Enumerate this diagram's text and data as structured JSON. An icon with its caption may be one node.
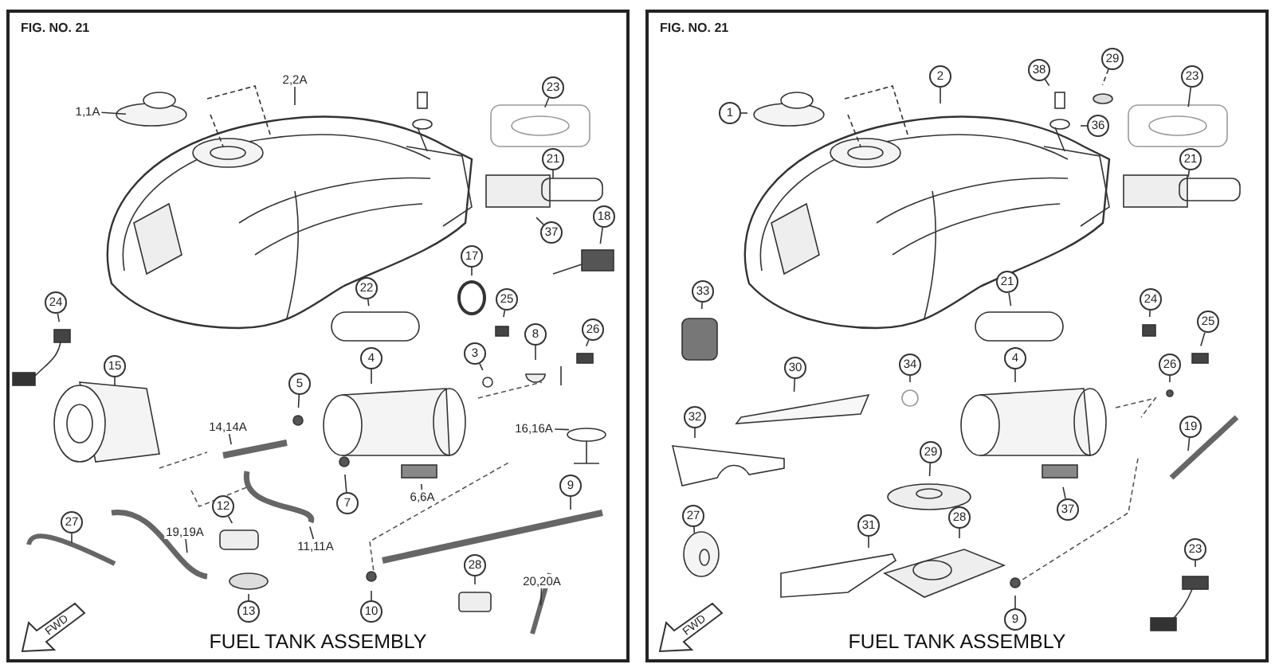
{
  "diagram": {
    "nodes": [
      {
        "text": [
          "FIG. NO. 21",
          "FUEL TANK ASSEMBLY"
        ]
      },
      {
        "text": [
          "1,1A"
        ],
        "in": 0
      },
      {
        "text": [
          "2,2A"
        ],
        "in": 0
      },
      {
        "text": [
          "23"
        ],
        "in": 0
      },
      {
        "text": [
          "21"
        ],
        "in": 0
      },
      {
        "text": [
          "37"
        ],
        "in": 0
      },
      {
        "text": [
          "18"
        ],
        "in": 0
      },
      {
        "text": [
          "17"
        ],
        "in": 0
      },
      {
        "text": [
          "22"
        ],
        "in": 0
      },
      {
        "text": [
          "25"
        ],
        "in": 0
      },
      {
        "text": [
          "8"
        ],
        "in": 0
      },
      {
        "text": [
          "26"
        ],
        "in": 0
      },
      {
        "text": [
          "24"
        ],
        "in": 0
      },
      {
        "text": [
          "15"
        ],
        "in": 0
      },
      {
        "text": [
          "3"
        ],
        "in": 0
      },
      {
        "text": [
          "4"
        ],
        "in": 0
      },
      {
        "text": [
          "5"
        ],
        "in": 0
      },
      {
        "text": [
          "14,14A"
        ],
        "in": 0
      },
      {
        "text": [
          "16,16A"
        ],
        "in": 0
      },
      {
        "text": [
          "7"
        ],
        "in": 0
      },
      {
        "text": [
          "6,6A"
        ],
        "in": 0
      },
      {
        "text": [
          "9"
        ],
        "in": 0
      },
      {
        "text": [
          "12"
        ],
        "in": 0
      },
      {
        "text": [
          "19,19A"
        ],
        "in": 0
      },
      {
        "text": [
          "11,11A"
        ],
        "in": 0
      },
      {
        "text": [
          "27"
        ],
        "in": 0
      },
      {
        "text": [
          "13"
        ],
        "in": 0
      },
      {
        "text": [
          "10"
        ],
        "in": 0
      },
      {
        "text": [
          "28"
        ],
        "in": 0
      },
      {
        "text": [
          "20,20A"
        ],
        "in": 0
      },
      {
        "text": [
          "FIG. NO. 21",
          "FUEL TANK ASSEMBLY"
        ]
      },
      {
        "text": [
          "1"
        ],
        "in": 30
      },
      {
        "text": [
          "2"
        ],
        "in": 30
      },
      {
        "text": [
          "38"
        ],
        "in": 30
      },
      {
        "text": [
          "29"
        ],
        "in": 30
      },
      {
        "text": [
          "23"
        ],
        "in": 30
      },
      {
        "text": [
          "36"
        ],
        "in": 30
      },
      {
        "text": [
          "21"
        ],
        "in": 30
      },
      {
        "text": [
          "33"
        ],
        "in": 30
      },
      {
        "text": [
          "21"
        ],
        "in": 30
      },
      {
        "text": [
          "24"
        ],
        "in": 30
      },
      {
        "text": [
          "30"
        ],
        "in": 30
      },
      {
        "text": [
          "34"
        ],
        "in": 30
      },
      {
        "text": [
          "4"
        ],
        "in": 30
      },
      {
        "text": [
          "25"
        ],
        "in": 30
      },
      {
        "text": [
          "26"
        ],
        "in": 30
      },
      {
        "text": [
          "32"
        ],
        "in": 30
      },
      {
        "text": [
          "29"
        ],
        "in": 30
      },
      {
        "text": [
          "19"
        ],
        "in": 30
      },
      {
        "text": [
          "37"
        ],
        "in": 30
      },
      {
        "text": [
          "27"
        ],
        "in": 30
      },
      {
        "text": [
          "31"
        ],
        "in": 30
      },
      {
        "text": [
          "28"
        ],
        "in": 30
      },
      {
        "text": [
          "23"
        ],
        "in": 30
      },
      {
        "text": [
          "9"
        ],
        "in": 30
      }
    ],
    "edges": [
      {
        "from": 1,
        "to": null,
        "arrow": "none"
      },
      {
        "from": 2,
        "to": null,
        "arrow": "none"
      },
      {
        "from": 3,
        "to": null,
        "arrow": "none"
      },
      {
        "from": 4,
        "to": null,
        "arrow": "none"
      },
      {
        "from": 5,
        "to": null,
        "arrow": "none"
      },
      {
        "from": 6,
        "to": null,
        "arrow": "none"
      },
      {
        "from": 7,
        "to": null,
        "arrow": "none"
      },
      {
        "from": 8,
        "to": null,
        "arrow": "none"
      },
      {
        "from": 9,
        "to": null,
        "arrow": "none"
      },
      {
        "from": 10,
        "to": null,
        "arrow": "none"
      },
      {
        "from": 11,
        "to": null,
        "arrow": "none"
      },
      {
        "from": 12,
        "to": null,
        "arrow": "none"
      },
      {
        "from": 13,
        "to": null,
        "arrow": "none"
      },
      {
        "from": 14,
        "to": null,
        "arrow": "none"
      },
      {
        "from": 15,
        "to": null,
        "arrow": "none"
      },
      {
        "from": 16,
        "to": null,
        "arrow": "none"
      },
      {
        "from": 17,
        "to": null,
        "arrow": "none"
      },
      {
        "from": 18,
        "to": null,
        "arrow": "none"
      },
      {
        "from": 19,
        "to": null,
        "arrow": "none"
      },
      {
        "from": 20,
        "to": null,
        "arrow": "none"
      },
      {
        "from": 21,
        "to": null,
        "arrow": "none"
      },
      {
        "from": 22,
        "to": null,
        "arrow": "none"
      },
      {
        "from": 23,
        "to": null,
        "arrow": "none"
      },
      {
        "from": 24,
        "to": null,
        "arrow": "none"
      },
      {
        "from": 25,
        "to": null,
        "arrow": "none"
      },
      {
        "from": 26,
        "to": null,
        "arrow": "none"
      },
      {
        "from": 27,
        "to": null,
        "arrow": "none"
      },
      {
        "from": 28,
        "to": null,
        "arrow": "none"
      },
      {
        "from": 29,
        "to": null,
        "arrow": "none"
      },
      {
        "from": 31,
        "to": null,
        "arrow": "none"
      },
      {
        "from": 32,
        "to": null,
        "arrow": "none"
      },
      {
        "from": 33,
        "to": null,
        "arrow": "none"
      },
      {
        "from": 34,
        "to": null,
        "arrow": "none",
        "style": "dashed"
      },
      {
        "from": 35,
        "to": null,
        "arrow": "none"
      },
      {
        "from": 36,
        "to": null,
        "arrow": "none"
      },
      {
        "from": 37,
        "to": null,
        "arrow": "none"
      },
      {
        "from": 38,
        "to": null,
        "arrow": "none"
      },
      {
        "from": 39,
        "to": null,
        "arrow": "none"
      },
      {
        "from": 40,
        "to": null,
        "arrow": "none"
      },
      {
        "from": 41,
        "to": null,
        "arrow": "none"
      },
      {
        "from": 42,
        "to": null,
        "arrow": "none"
      },
      {
        "from": 43,
        "to": null,
        "arrow": "none"
      },
      {
        "from": 44,
        "to": null,
        "arrow": "none"
      },
      {
        "from": 45,
        "to": null,
        "arrow": "none"
      },
      {
        "from": 46,
        "to": null,
        "arrow": "none"
      },
      {
        "from": 47,
        "to": null,
        "arrow": "none"
      },
      {
        "from": 48,
        "to": null,
        "arrow": "none"
      },
      {
        "from": 49,
        "to": null,
        "arrow": "none"
      },
      {
        "from": 50,
        "to": null,
        "arrow": "none"
      },
      {
        "from": 51,
        "to": null,
        "arrow": "none"
      },
      {
        "from": 52,
        "to": null,
        "arrow": "none"
      },
      {
        "from": 53,
        "to": null,
        "arrow": "none"
      },
      {
        "from": 54,
        "to": null,
        "arrow": "none"
      }
    ],
    "labels": [
      "FWD",
      "FWD"
    ]
  }
}
